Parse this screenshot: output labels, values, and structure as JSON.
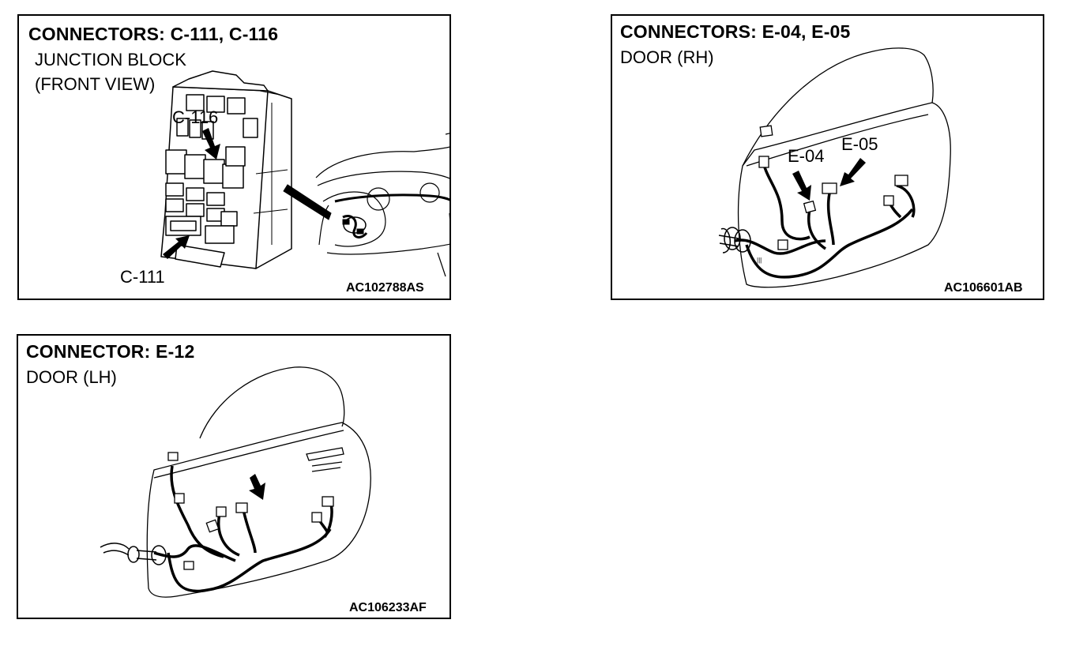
{
  "panels": {
    "junction": {
      "title": "CONNECTORS: C-111, C-116",
      "subtitle_line1": "JUNCTION BLOCK",
      "subtitle_line2": "(FRONT VIEW)",
      "callout_top": "C-116",
      "callout_bottom": "C-111",
      "figure_code": "AC102788AS"
    },
    "door_rh": {
      "title": "CONNECTORS: E-04, E-05",
      "subtitle": "DOOR (RH)",
      "callout_a": "E-04",
      "callout_b": "E-05",
      "figure_code": "AC106601AB"
    },
    "door_lh": {
      "title": "CONNECTOR: E-12",
      "subtitle": "DOOR (LH)",
      "figure_code": "AC106233AF"
    }
  }
}
